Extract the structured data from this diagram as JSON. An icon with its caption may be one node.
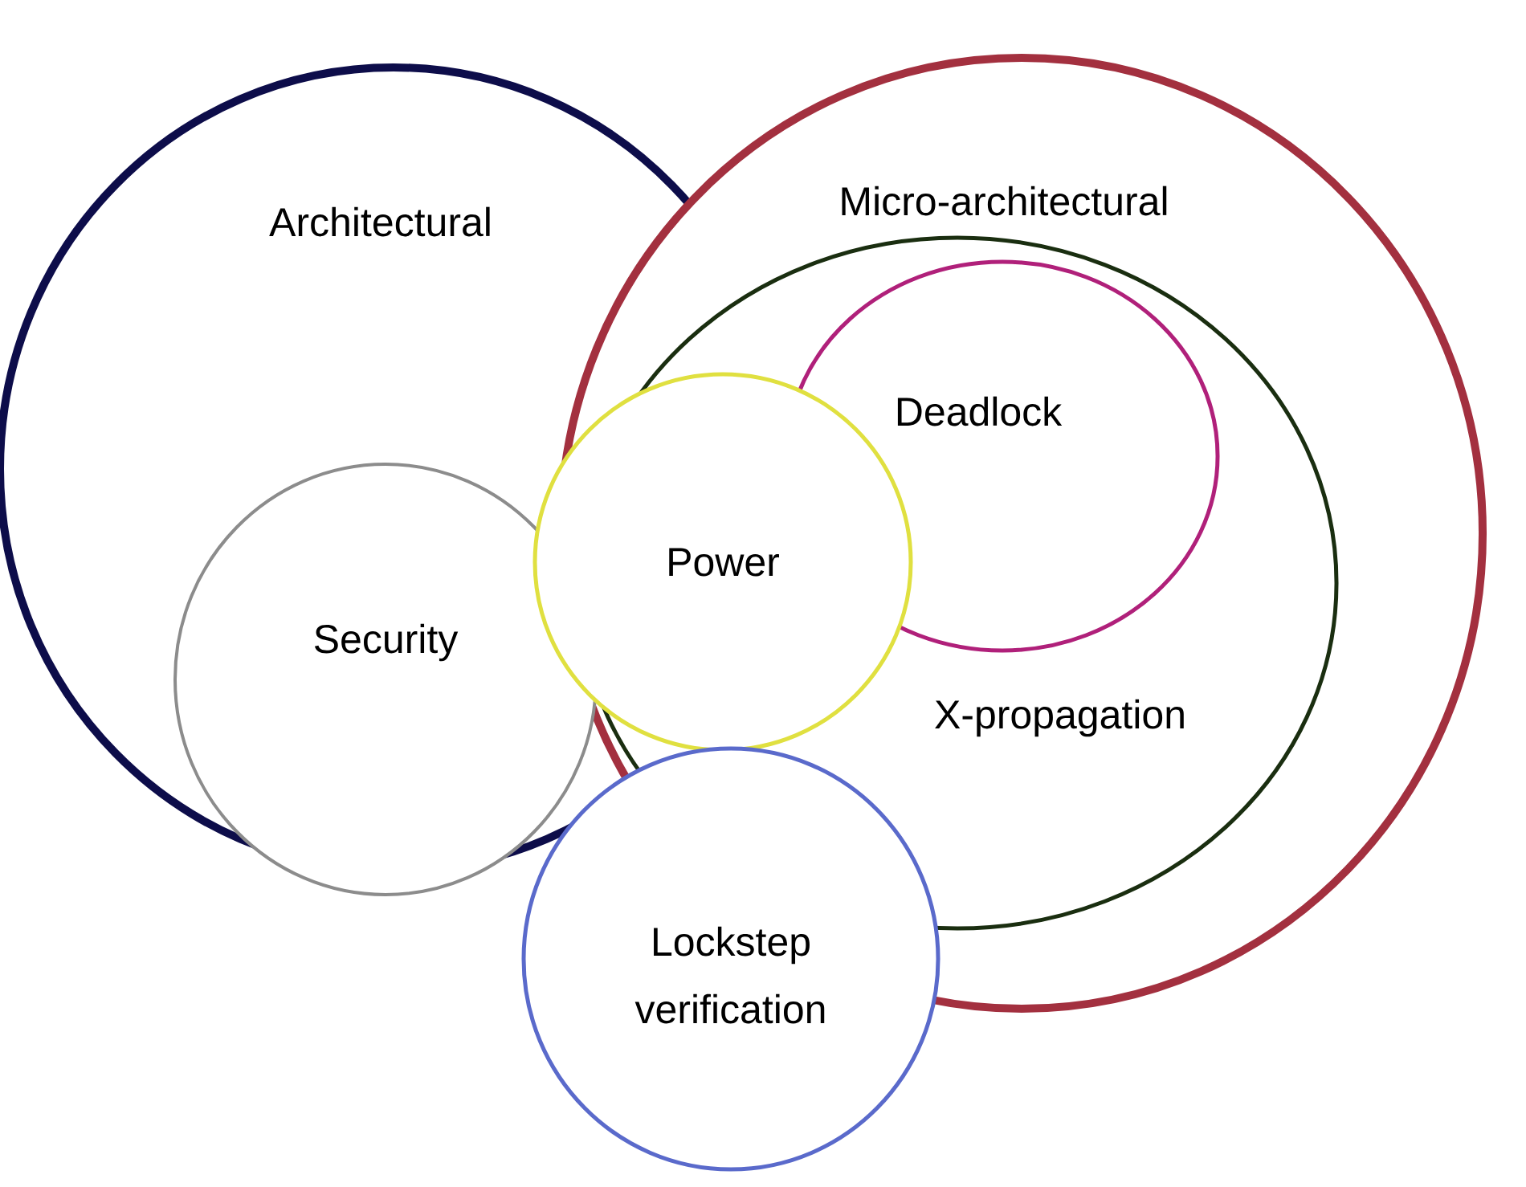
{
  "diagram": {
    "nodes": [
      {
        "text": [
          "Architectural"
        ]
      },
      {
        "text": [
          "Micro-architectural"
        ]
      },
      {
        "text": [
          "X-propagation"
        ],
        "in": 1
      },
      {
        "text": [
          "Deadlock"
        ],
        "in": 2
      },
      {
        "text": [
          "Security"
        ]
      },
      {
        "text": [
          "Power"
        ]
      },
      {
        "text": [
          "Lockstep verification"
        ]
      }
    ]
  }
}
